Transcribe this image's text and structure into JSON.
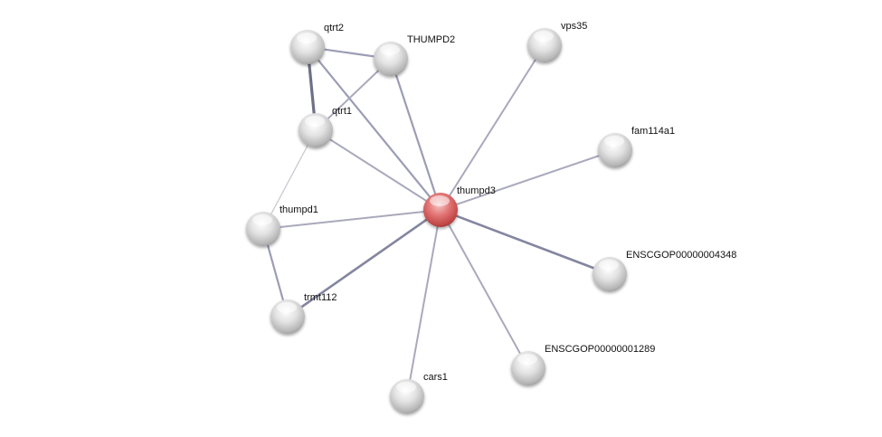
{
  "network": {
    "nodes": [
      {
        "id": "qtrt2",
        "label": "qtrt2",
        "query": false
      },
      {
        "id": "THUMPD2",
        "label": "THUMPD2",
        "query": false
      },
      {
        "id": "vps35",
        "label": "vps35",
        "query": false
      },
      {
        "id": "qtrt1",
        "label": "qtrt1",
        "query": false
      },
      {
        "id": "fam114a1",
        "label": "fam114a1",
        "query": false
      },
      {
        "id": "thumpd3",
        "label": "thumpd3",
        "query": true
      },
      {
        "id": "thumpd1",
        "label": "thumpd1",
        "query": false
      },
      {
        "id": "ENSCGOP00000004348",
        "label": "ENSCGOP00000004348",
        "query": false
      },
      {
        "id": "trmt112",
        "label": "trmt112",
        "query": false
      },
      {
        "id": "ENSCGOP00000001289",
        "label": "ENSCGOP00000001289",
        "query": false
      },
      {
        "id": "cars1",
        "label": "cars1",
        "query": false
      }
    ],
    "edges": [
      {
        "source": "qtrt2",
        "target": "qtrt1",
        "strength": "high"
      },
      {
        "source": "qtrt2",
        "target": "THUMPD2",
        "strength": "medium"
      },
      {
        "source": "qtrt2",
        "target": "thumpd3",
        "strength": "medium"
      },
      {
        "source": "THUMPD2",
        "target": "qtrt1",
        "strength": "low"
      },
      {
        "source": "THUMPD2",
        "target": "thumpd3",
        "strength": "medium"
      },
      {
        "source": "vps35",
        "target": "thumpd3",
        "strength": "low"
      },
      {
        "source": "qtrt1",
        "target": "thumpd3",
        "strength": "low"
      },
      {
        "source": "qtrt1",
        "target": "thumpd1",
        "strength": "weak"
      },
      {
        "source": "fam114a1",
        "target": "thumpd3",
        "strength": "low"
      },
      {
        "source": "thumpd3",
        "target": "thumpd1",
        "strength": "low"
      },
      {
        "source": "thumpd3",
        "target": "ENSCGOP00000004348",
        "strength": "medium-high"
      },
      {
        "source": "thumpd3",
        "target": "trmt112",
        "strength": "medium-high"
      },
      {
        "source": "thumpd3",
        "target": "ENSCGOP00000001289",
        "strength": "low"
      },
      {
        "source": "thumpd3",
        "target": "cars1",
        "strength": "low"
      },
      {
        "source": "thumpd1",
        "target": "trmt112",
        "strength": "medium"
      }
    ],
    "colors": {
      "query_node": "#d9585a",
      "node": "#d8d8d8",
      "edge": "#9a9ab0"
    }
  }
}
